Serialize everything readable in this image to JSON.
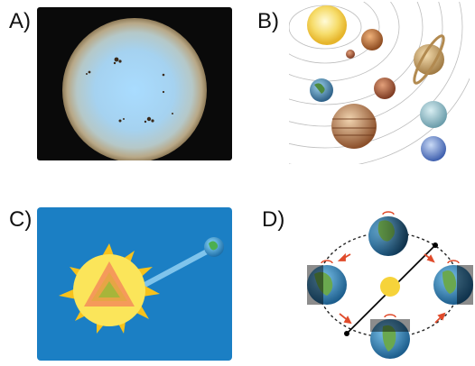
{
  "panels": [
    {
      "label": "A)",
      "content": "sun-photo-with-sunspots"
    },
    {
      "label": "B)",
      "content": "solar-system-planets"
    },
    {
      "label": "C)",
      "content": "sun-cross-section-with-earth"
    },
    {
      "label": "D)",
      "content": "earth-orbit-seasons"
    }
  ],
  "colors": {
    "sun_yellow": "#f6d33a",
    "space_black": "#0a0a0a",
    "panel_c_blue": "#1b7fc4"
  }
}
